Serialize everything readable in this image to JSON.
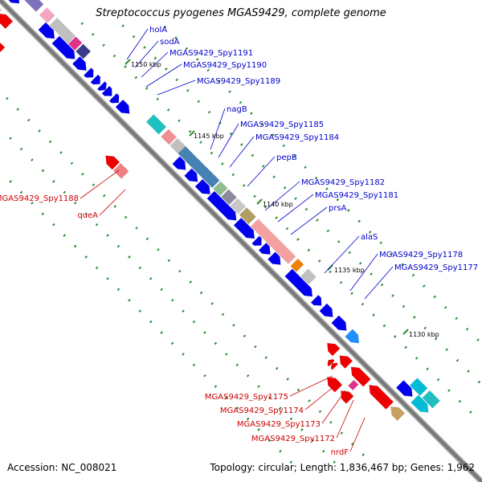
{
  "map": {
    "title": "Streptococcus pyogenes MGAS9429, complete genome",
    "accession_label": "Accession: NC_008021",
    "summary_label": "Topology: circular; Length: 1,836,467 bp; Genes: 1,962"
  },
  "scale": {
    "ticks": [
      {
        "label": "1150 kbp"
      },
      {
        "label": "1145 kbp"
      },
      {
        "label": "1140 kbp"
      },
      {
        "label": "1135 kbp"
      },
      {
        "label": "1130 kbp"
      }
    ]
  },
  "gene_labels": {
    "forward": [
      "holA",
      "sodA",
      "MGAS9429_Spy1191",
      "MGAS9429_Spy1190",
      "MGAS9429_Spy1189",
      "nagB",
      "MGAS9429_Spy1185",
      "MGAS9429_Spy1184",
      "pepB",
      "MGAS9429_Spy1182",
      "MGAS9429_Spy1181",
      "prsA",
      "alaS",
      "MGAS9429_Spy1178",
      "MGAS9429_Spy1177"
    ],
    "reverse": [
      "MGAS9429_Spy1188",
      "queA",
      "MGAS9429_Spy1175",
      "MGAS9429_Spy1174",
      "MGAS9429_Spy1173",
      "MGAS9429_Spy1172",
      "nrdF"
    ]
  },
  "colors": {
    "backbone": "#808080",
    "forward_label": "#0000cc",
    "reverse_label": "#cc0000",
    "cds_forward": "#0000ee",
    "cds_reverse": "#ee0000",
    "tick": "#2e8b2e"
  }
}
